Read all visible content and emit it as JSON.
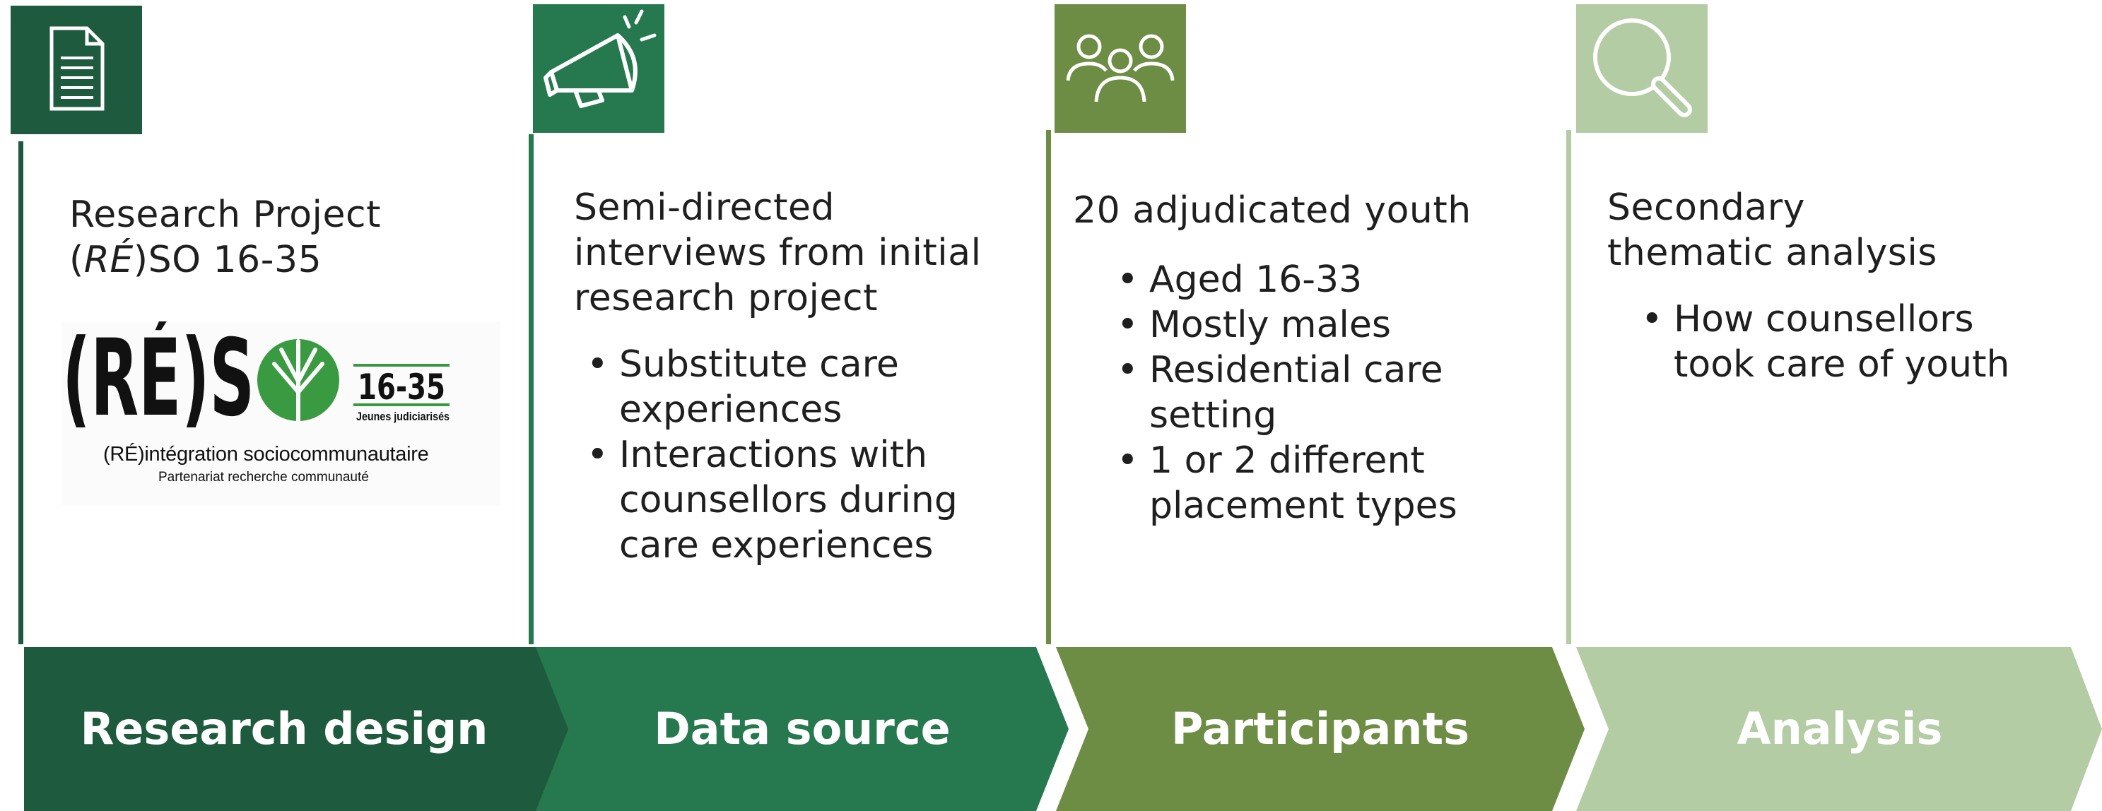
{
  "colors": {
    "dark_green": "#1e5b3e",
    "mid_green": "#26784e",
    "olive_green": "#6d8c44",
    "light_green": "#b3cca4"
  },
  "columns": [
    {
      "icon": "document-icon",
      "heading_line1": "Research Project",
      "heading_line2_italic": "RÉ",
      "heading_line2_rest": ")SO 16-35",
      "heading_line2_open": "(",
      "logo": {
        "main_text": "(RÉ)S",
        "badge_number": "16-35",
        "badge_caption": "Jeunes judiciarisés",
        "subtitle": "(RÉ)intégration sociocommunautaire",
        "tagline": "Partenariat recherche communauté"
      },
      "stage": "Research design"
    },
    {
      "icon": "megaphone-icon",
      "heading": [
        "Semi-directed",
        "interviews from initial",
        "research project"
      ],
      "bullets": [
        [
          "Substitute care",
          "experiences"
        ],
        [
          "Interactions with",
          "counsellors during",
          "care experiences"
        ]
      ],
      "stage": "Data source"
    },
    {
      "icon": "people-group-icon",
      "heading": [
        "20 adjudicated youth"
      ],
      "bullets": [
        [
          "Aged 16-33"
        ],
        [
          "Mostly males"
        ],
        [
          "Residential care",
          "setting"
        ],
        [
          "1 or 2 different",
          "placement types"
        ]
      ],
      "stage": "Participants"
    },
    {
      "icon": "magnifier-icon",
      "heading": [
        "Secondary",
        "thematic analysis"
      ],
      "bullets": [
        [
          "How counsellors",
          "took care of youth"
        ]
      ],
      "stage": "Analysis"
    }
  ]
}
